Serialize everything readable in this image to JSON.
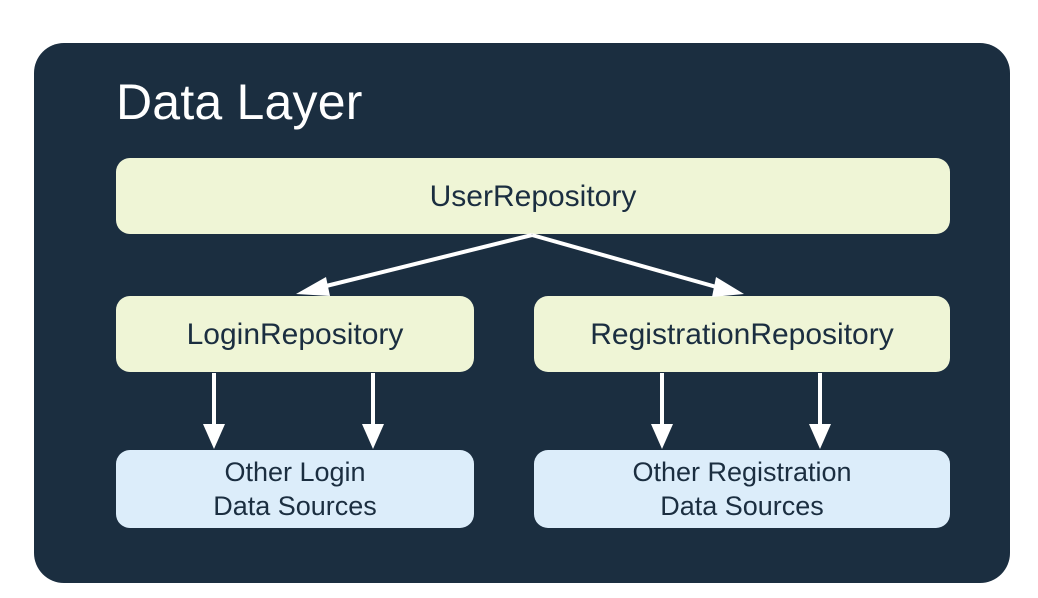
{
  "colors": {
    "background": "#ffffff",
    "panel": "#1b2e40",
    "title_text": "#ffffff",
    "repository_fill": "#eff5d6",
    "datasource_fill": "#dcedfa",
    "node_text": "#1b2e40",
    "arrow": "#ffffff"
  },
  "diagram": {
    "title": "Data Layer",
    "nodes": {
      "user_repository": "UserRepository",
      "login_repository": "LoginRepository",
      "registration_repository": "RegistrationRepository",
      "login_data_sources": [
        "Other Login",
        "Data Sources"
      ],
      "registration_data_sources": [
        "Other Registration",
        "Data Sources"
      ]
    },
    "edges": [
      {
        "from": "UserRepository",
        "to": "LoginRepository"
      },
      {
        "from": "UserRepository",
        "to": "RegistrationRepository"
      },
      {
        "from": "LoginRepository",
        "to": "Other Login Data Sources"
      },
      {
        "from": "LoginRepository",
        "to": "Other Login Data Sources"
      },
      {
        "from": "RegistrationRepository",
        "to": "Other Registration Data Sources"
      },
      {
        "from": "RegistrationRepository",
        "to": "Other Registration Data Sources"
      }
    ]
  }
}
